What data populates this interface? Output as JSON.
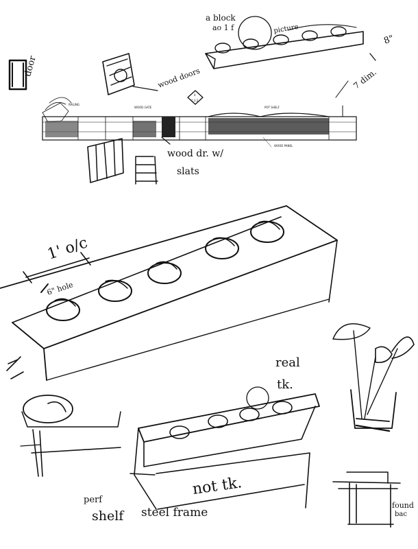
{
  "sheet": {
    "top": {
      "note_block_1": "a block",
      "note_block_2": "ao 1 f",
      "note_block_3": "picture",
      "note_dim": "8\"",
      "note_dim_label": "7 dim.",
      "note_door": "door",
      "note_wood_doors": "wood doors",
      "note_wood_door_slats": "wood dr. w/",
      "note_slats": "slats",
      "tag_number": "4",
      "tag_sheet": "1.3.2",
      "label_railing": "RAILING",
      "label_wood_gate": "WOOD GATE",
      "label_pot_shelf": "POT SHELF",
      "label_wood_panel": "WOOD PANEL"
    },
    "middle": {
      "note_spacing": "1' o/c",
      "note_hole": "6\" hole"
    },
    "bottom": {
      "note_real": "real",
      "note_real_tk": "tk.",
      "note_not_tk": "not tk.",
      "note_perf": "perf",
      "note_shelf": "shelf",
      "note_steel_frame": "steel frame",
      "note_found": "found",
      "note_found_2": "bac"
    }
  }
}
